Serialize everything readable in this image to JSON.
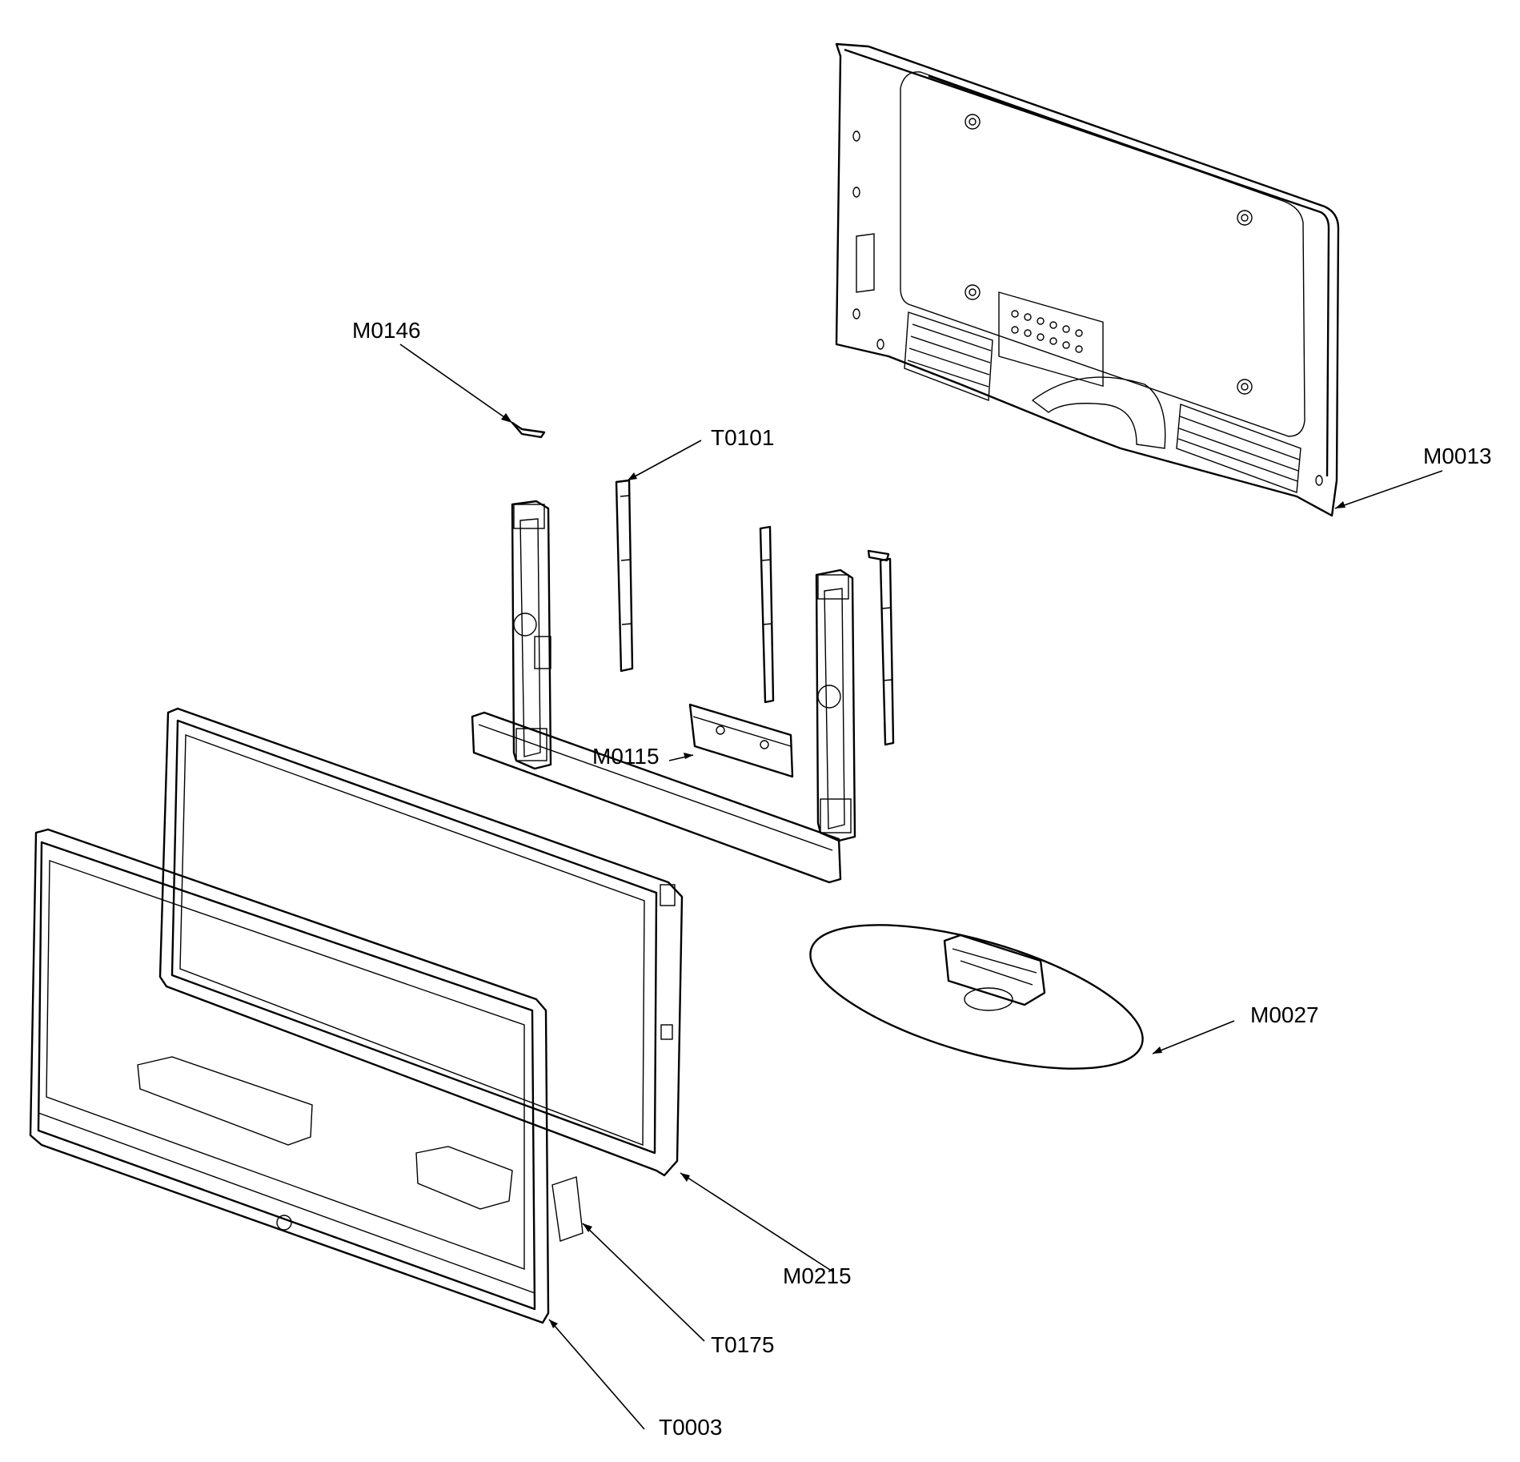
{
  "labels": {
    "m0146": "M0146",
    "t0101": "T0101",
    "m0013": "M0013",
    "m0115": "M0115",
    "m0027": "M0027",
    "m0215": "M0215",
    "t0175": "T0175",
    "t0003": "T0003"
  }
}
